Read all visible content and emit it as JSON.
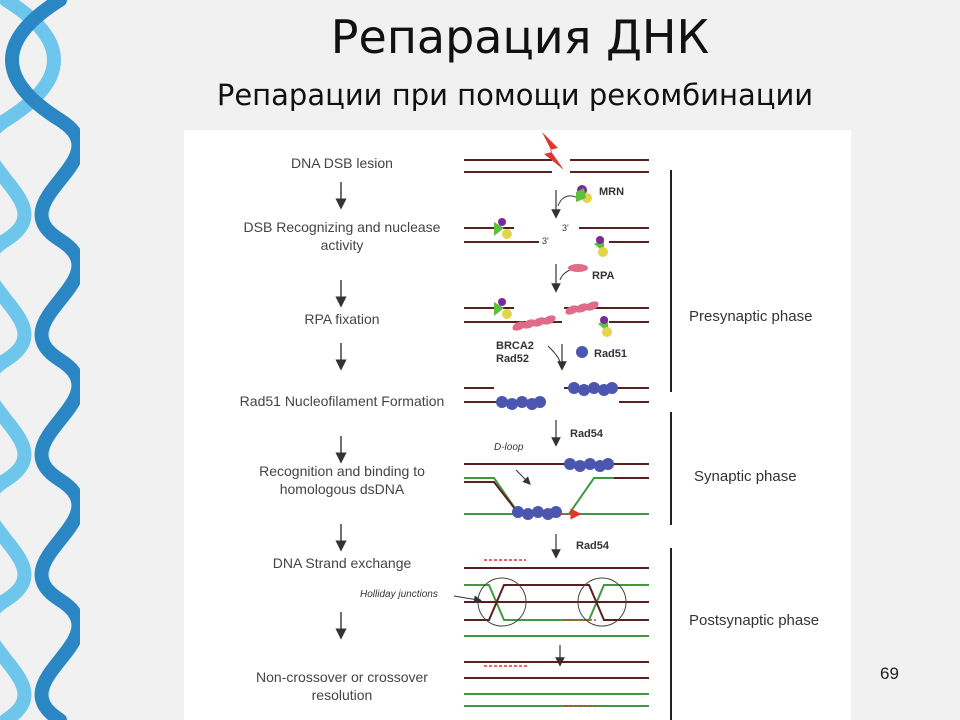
{
  "slide": {
    "title": "Репарация ДНК",
    "subtitle": "Репарации при помощи рекомбинации",
    "page_number": "69"
  },
  "diagram": {
    "steps": [
      "DNA DSB lesion",
      "DSB Recognizing and nuclease activity",
      "RPA fixation",
      "Rad51 Nucleofilament Formation",
      "Recognition and binding to homologous dsDNA",
      "DNA Strand exchange",
      "Non-crossover or crossover resolution"
    ],
    "phases": [
      "Presynaptic phase",
      "Synaptic phase",
      "Postsynaptic phase"
    ],
    "labels": {
      "mrn": "MRN",
      "three_prime_top": "3'",
      "three_prime_bottom": "3'",
      "rpa": "RPA",
      "brca2": "BRCA2",
      "rad52": "Rad52",
      "rad51": "Rad51",
      "rad54_a": "Rad54",
      "dloop": "D-loop",
      "rad54_b": "Rad54",
      "holliday": "Holliday junctions"
    },
    "colors": {
      "dna_brown": "#5a1f1f",
      "dna_green": "#3f9a3f",
      "rad51_blue": "#4a56b0",
      "rpa_pink": "#e06a8a",
      "lesion_red": "#e3342f",
      "helix_blue": "#4aaee0"
    }
  }
}
